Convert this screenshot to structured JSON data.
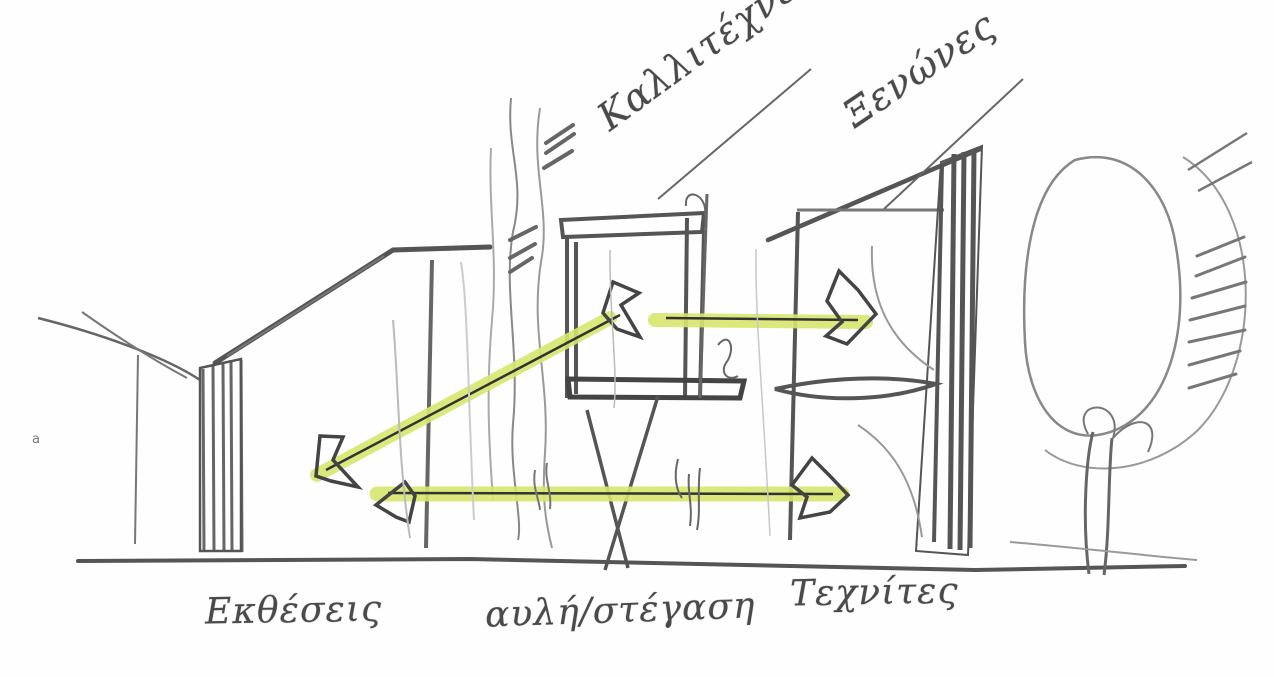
{
  "sketch": {
    "labels": {
      "exhibitions": "Εκθέσεις",
      "courtyard_roof": "αυλή/στέγαση",
      "artists": "Τεχνίτες",
      "residences": "Καλλιτέχνες",
      "guesthouses": "Ξενώνες",
      "margin_mark": "a"
    },
    "colors": {
      "pencil": "#555555",
      "pencil_light": "#8a8a8a",
      "highlight": "#d7e66e",
      "paper": "#fefefe"
    }
  }
}
